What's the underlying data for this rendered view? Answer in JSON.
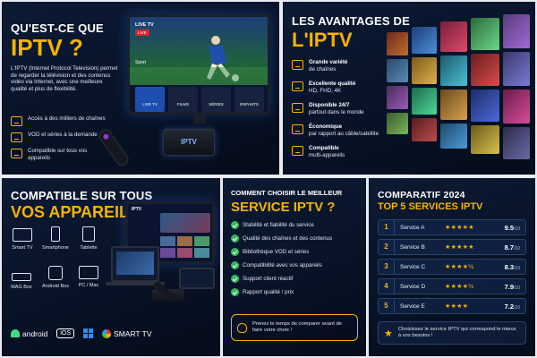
{
  "panel1": {
    "title_line1": "QU'EST-CE QUE",
    "title_line2": "IPTV ?",
    "description": "L'IPTV (Internet Protocol Television) permet de regarder la télévision et des contenus vidéo via Internet, avec une meilleure qualité et plus de flexibilité.",
    "features": [
      "Accès à des milliers de chaînes",
      "VOD et séries à la demande",
      "Compatible sur tous vos appareils"
    ],
    "tv": {
      "header": "LIVE TV",
      "live_badge": "LIVE",
      "sport_label": "Sport",
      "menu": [
        "LIVE TV",
        "FILMS",
        "SÉRIES",
        "ENFANTS"
      ]
    },
    "box_label": "IPTV"
  },
  "panel2": {
    "title_line1": "LES AVANTAGES DE",
    "title_line2": "L'IPTV",
    "items": [
      {
        "title": "Grande variété",
        "sub": "de chaînes"
      },
      {
        "title": "Excellente qualité",
        "sub": "HD, FHD, 4K"
      },
      {
        "title": "Disponible 24/7",
        "sub": "partout dans le monde"
      },
      {
        "title": "Économique",
        "sub": "par rapport au câble/satellite"
      },
      {
        "title": "Compatible",
        "sub": "multi-appareils"
      }
    ]
  },
  "panel3": {
    "title_line1": "COMPATIBLE SUR TOUS",
    "title_line2": "VOS APPAREILS",
    "devices": [
      "Smart TV",
      "Smartphone",
      "Tablette",
      "MAG Box",
      "Android Box",
      "PC / Mac"
    ],
    "tv_header": "IPTV",
    "logos": [
      "android",
      "iOS",
      "SMART TV"
    ]
  },
  "panel4": {
    "title_line1": "COMMENT CHOISIR LE MEILLEUR",
    "title_line2": "SERVICE IPTV ?",
    "checks": [
      "Stabilité et fiabilité du service",
      "Qualité des chaînes et des contenus",
      "Bibliothèque VOD et séries",
      "Compatibilité avec vos appareils",
      "Support client réactif",
      "Rapport qualité / prix"
    ],
    "tip": "Prenez le temps de comparer avant de faire votre choix !"
  },
  "panel5": {
    "title_line1": "COMPARATIF 2024",
    "title_line2": "TOP 5 SERVICES IPTV",
    "rows": [
      {
        "rank": "1",
        "name": "Service A",
        "stars": "★★★★★",
        "score": "9.5",
        "unit": "/10"
      },
      {
        "rank": "2",
        "name": "Service B",
        "stars": "★★★★★",
        "score": "8.7",
        "unit": "/10"
      },
      {
        "rank": "3",
        "name": "Service C",
        "stars": "★★★★½",
        "score": "8.3",
        "unit": "/10"
      },
      {
        "rank": "4",
        "name": "Service D",
        "stars": "★★★★½",
        "score": "7.9",
        "unit": "/10"
      },
      {
        "rank": "5",
        "name": "Service E",
        "stars": "★★★★",
        "score": "7.2",
        "unit": "/10"
      }
    ],
    "footer": "Choisissez le service IPTV qui correspond le mieux à vos besoins !"
  },
  "colors": {
    "accent": "#f5b400",
    "background": "#081226",
    "check": "#33b85a"
  }
}
